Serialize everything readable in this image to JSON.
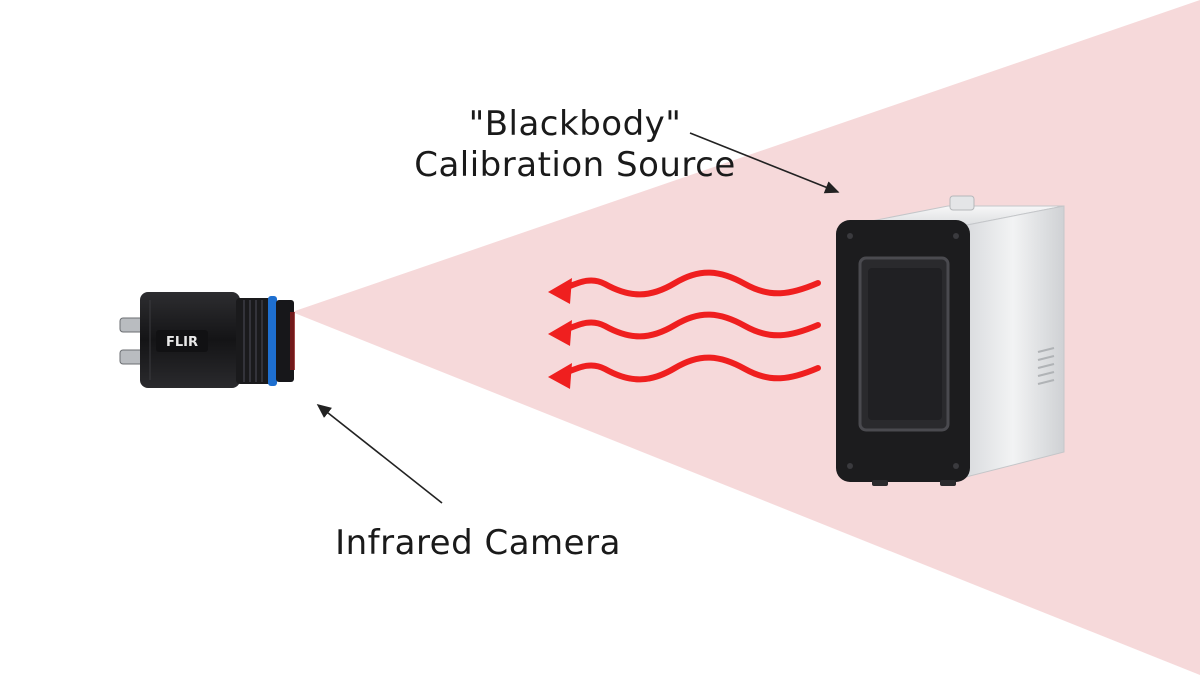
{
  "labels": {
    "blackbody_line1": "\"Blackbody\"",
    "blackbody_line2": "Calibration Source",
    "camera": "Infrared Camera",
    "camera_brand": "FLIR"
  },
  "colors": {
    "beam": "#f6d9da",
    "wave": "#ef1f1f",
    "arrow": "#222222",
    "camera_body": "#1b1b1d",
    "camera_ring": "#1e6fd0",
    "source_housing": "#e9eaec",
    "source_bezel": "#1c1c1e"
  },
  "icons": {
    "camera": "infrared-camera-icon",
    "source": "blackbody-source-icon",
    "waves": "heat-wave-arrow-icon"
  }
}
